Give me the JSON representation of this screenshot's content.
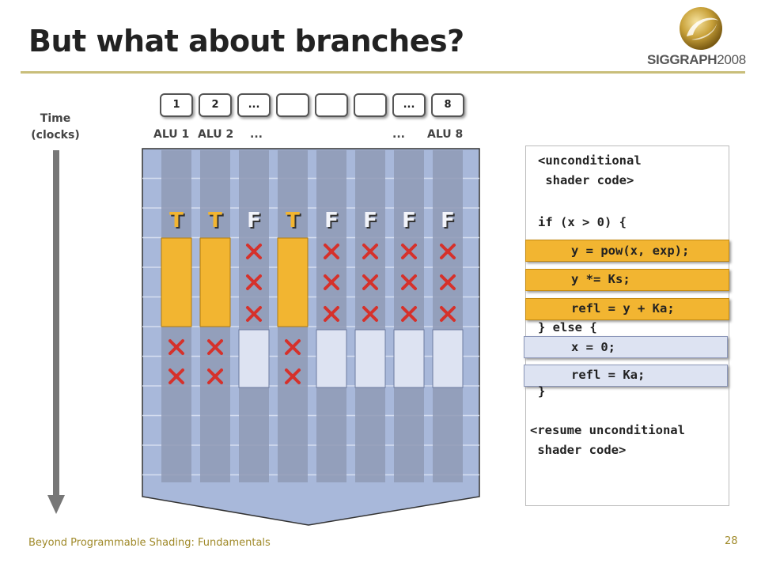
{
  "title": "But what about branches?",
  "logo": {
    "brand": "SIGGRAPH",
    "year": "2008"
  },
  "alu_boxes": [
    "1",
    "2",
    "...",
    "",
    "",
    "",
    "...",
    "8"
  ],
  "alu_labels": [
    "ALU 1",
    "ALU 2",
    "...",
    "...",
    "ALU 8"
  ],
  "time_label": "Time",
  "time_sublabel": "(clocks)",
  "branch_results": [
    "T",
    "T",
    "F",
    "T",
    "F",
    "F",
    "F",
    "F"
  ],
  "code_lines": {
    "uncond_1": "<unconditional",
    "uncond_2": " shader code>",
    "if_line": "if (x > 0) {",
    "then_1": "y = pow(x, exp);",
    "then_2": "y *= Ks;",
    "then_3": "refl = y + Ka;",
    "else_line": "} else {",
    "else_1": "x = 0;",
    "else_2": "refl = Ka;",
    "close": "}",
    "resume_1": "<resume unconditional",
    "resume_2": " shader code>"
  },
  "colors": {
    "true_fill": "#f2b531",
    "false_fill": "#dde3f2",
    "mask_x": "#d6312b",
    "grid_bg": "#a8b8da",
    "lane_fill": "#8f9ab5"
  },
  "footer": "Beyond Programmable Shading: Fundamentals",
  "page_number": "28"
}
